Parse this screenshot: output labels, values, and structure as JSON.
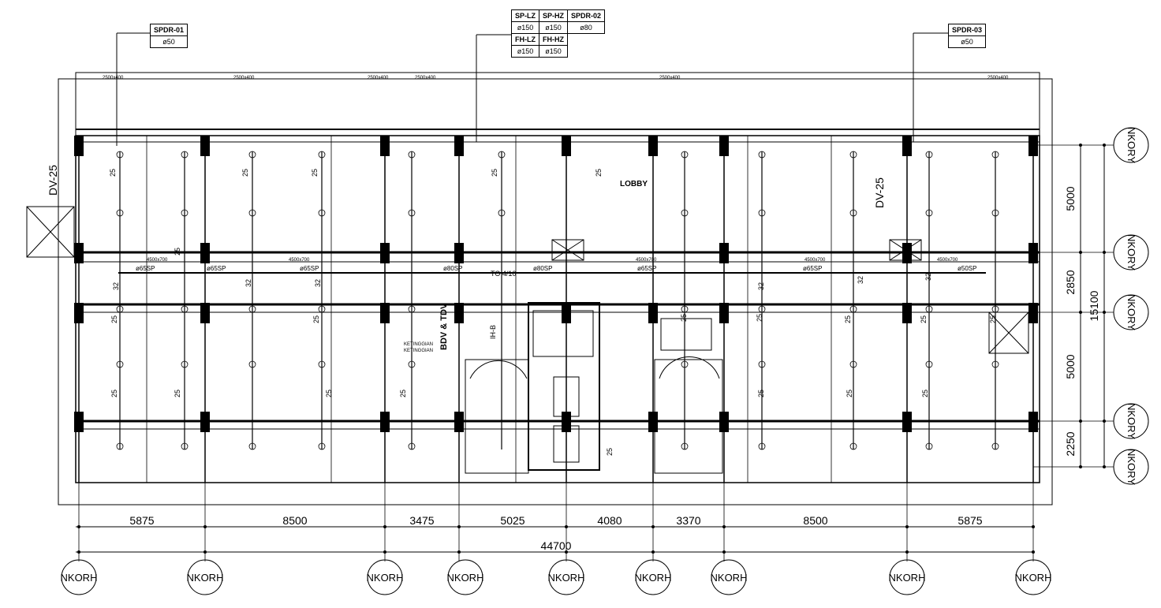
{
  "schedule_tables": [
    {
      "id": "spdr-01",
      "rows": [
        [
          "SPDR-01"
        ],
        [
          "ø50"
        ]
      ]
    },
    {
      "id": "main",
      "rows": [
        [
          "SP-LZ",
          "SP-HZ",
          "SPDR-02"
        ],
        [
          "ø150",
          "ø150",
          "ø80"
        ],
        [
          "FH-LZ",
          "FH-HZ",
          ""
        ],
        [
          "ø150",
          "ø150",
          ""
        ]
      ]
    },
    {
      "id": "spdr-03",
      "rows": [
        [
          "SPDR-03"
        ],
        [
          "ø50"
        ]
      ]
    }
  ],
  "room_labels": {
    "lobby": "LOBBY",
    "dv_left": "DV-25",
    "dv_right": "DV-25",
    "bdv": "BDV & TDV",
    "ih": "IH-B",
    "pipe_note": "TO 4/10"
  },
  "pipe_size_label": "25",
  "pipe_size_label_32": "32",
  "corridor_pipes": [
    "ø65SP",
    "ø65SP",
    "ø65SP",
    "ø80SP",
    "ø80SP",
    "ø65SP",
    "ø65SP",
    "ø50SP"
  ],
  "beam_label_top": "2500x400",
  "beam_label_mid": "4500x700",
  "ketinggian": [
    "KETINGGIAN",
    "KETINGGIAN"
  ],
  "horizontal_spans": [
    "5875",
    "8500",
    "3475",
    "5025",
    "4080",
    "3370",
    "8500",
    "5875"
  ],
  "horizontal_total": "44700",
  "vertical_spans": [
    "5000",
    "2850",
    "5000",
    "2250"
  ],
  "vertical_total": "15100",
  "grid_bubble_bottom": "NKORH",
  "grid_bubble_right": "NKORY",
  "colors": {
    "line": "#000000",
    "background": "#ffffff"
  }
}
